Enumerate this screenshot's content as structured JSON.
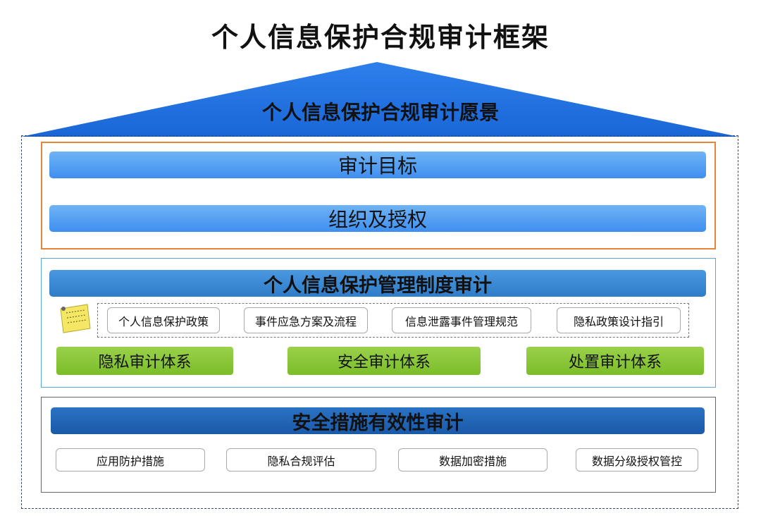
{
  "title": "个人信息保护合规审计框架",
  "vision": "个人信息保护合规审计愿景",
  "section_goals": {
    "target": "审计目标",
    "organization": "组织及授权"
  },
  "section_policy": {
    "header": "个人信息保护管理制度审计",
    "policies": [
      "个人信息保护政策",
      "事件应急方案及流程",
      "信息泄露事件管理规范",
      "隐私政策设计指引"
    ],
    "systems": [
      "隐私审计体系",
      "安全审计体系",
      "处置审计体系"
    ]
  },
  "section_measures": {
    "header": "安全措施有效性审计",
    "measures": [
      "应用防护措施",
      "隐私合规评估",
      "数据加密措施",
      "数据分级授权管控"
    ]
  },
  "colors": {
    "roof": "#1a6fe0",
    "goal_bar": "#4a98f0",
    "green_bar": "#8cc63f",
    "orange_border": "#e8833a",
    "blue_border": "#5aa6d6",
    "note": "#f5e663"
  }
}
